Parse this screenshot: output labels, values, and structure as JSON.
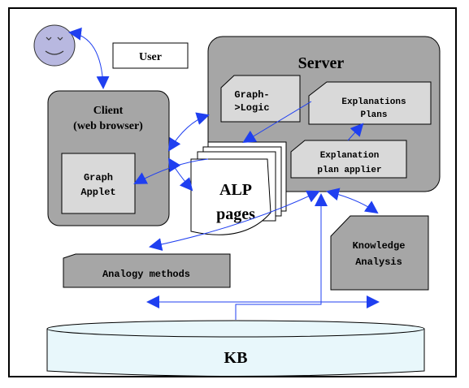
{
  "labels": {
    "user": "User",
    "server": "Server",
    "client_line1": "Client",
    "client_line2": "(web browser)",
    "graph_applet_line1": "Graph",
    "graph_applet_line2": "Applet",
    "graph_logic_line1": "Graph-",
    "graph_logic_line2": ">Logic",
    "explanations_plans_line1": "Explanations",
    "explanations_plans_line2": "Plans",
    "plan_applier_line1": "Explanation",
    "plan_applier_line2": "plan applier",
    "alp_line1": "ALP",
    "alp_line2": "pages",
    "analogy_methods": "Analogy methods",
    "knowledge_line1": "Knowledge",
    "knowledge_line2": "Analysis",
    "kb": "KB"
  },
  "colors": {
    "box_fill": "#a6a6a6",
    "inner_fill": "#d9d9d9",
    "arrow": "#1f3ff0",
    "kb_fill": "#e8f7fb",
    "face_fill": "#b8b8e0"
  }
}
